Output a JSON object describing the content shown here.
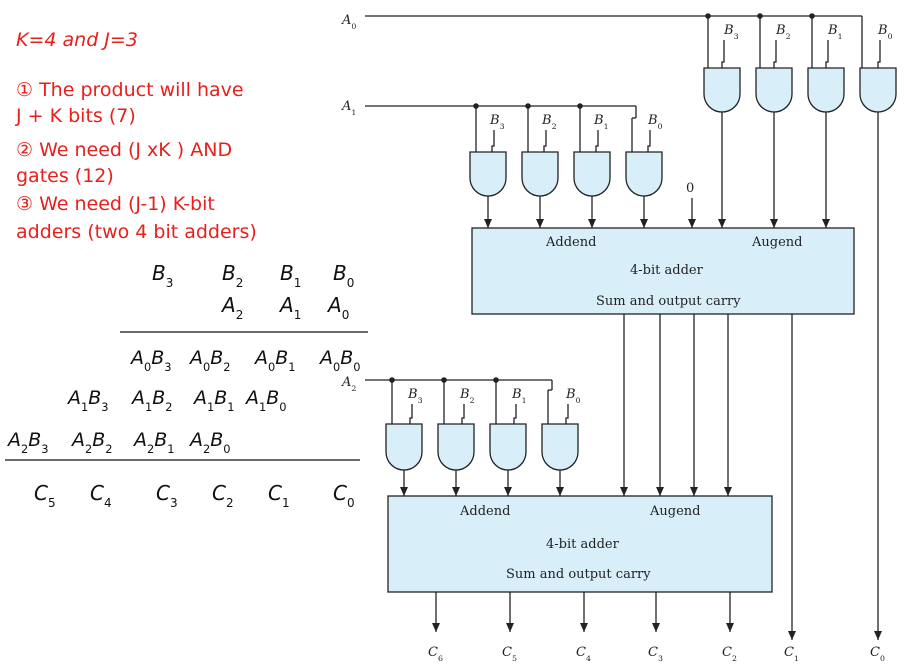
{
  "notes": {
    "title": "K=4 and J=3",
    "line1a": "① The product will have",
    "line1b": "J + K bits (7)",
    "line2a": "② We need (J xK ) AND",
    "line2b": "gates (12)",
    "line3a": "③ We need (J-1) K-bit",
    "line3b": "adders (two 4 bit adders)"
  },
  "multiplication": {
    "multiplicand": [
      "B3",
      "B2",
      "B1",
      "B0"
    ],
    "multiplier": [
      "A2",
      "A1",
      "A0"
    ],
    "partial1": [
      "A0B3",
      "A0B2",
      "A0B1",
      "A0B0"
    ],
    "partial2": [
      "A1B3",
      "A1B2",
      "A1B1",
      "A1B0"
    ],
    "partial3": [
      "A2B3",
      "A2B2",
      "A2B1",
      "A2B0"
    ],
    "result": [
      "C5",
      "C4",
      "C3",
      "C2",
      "C1",
      "C0"
    ]
  },
  "circuit": {
    "inputs": [
      "A0",
      "A1",
      "A2"
    ],
    "b_labels": [
      "B3",
      "B2",
      "B1",
      "B0"
    ],
    "zero_input": "0",
    "adder": {
      "addend": "Addend",
      "augend": "Augend",
      "name": "4-bit adder",
      "output": "Sum and output carry"
    },
    "outputs": [
      "C6",
      "C5",
      "C4",
      "C3",
      "C2",
      "C1",
      "C0"
    ]
  }
}
